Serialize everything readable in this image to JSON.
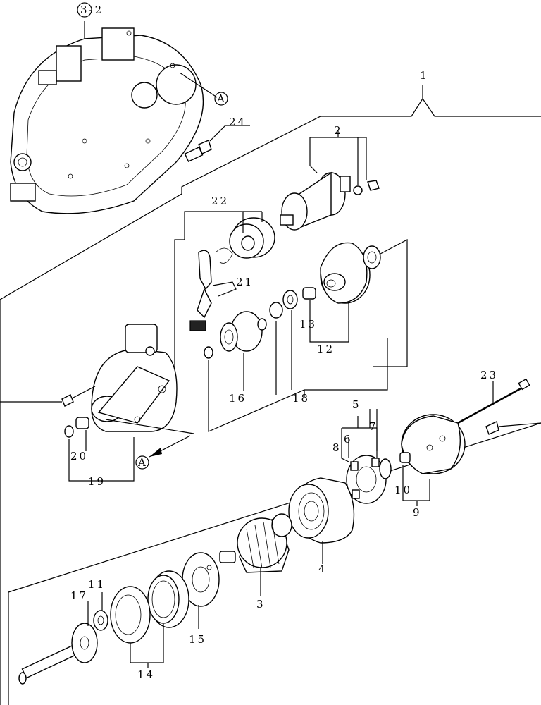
{
  "callouts": {
    "ref_page": "3-2",
    "ref_a_top": "A",
    "ref_a_bottom": "A"
  },
  "labels": {
    "p1": "1",
    "p2": "2",
    "p3": "3",
    "p4": "4",
    "p5": "5",
    "p6": "6",
    "p7": "7",
    "p8": "8",
    "p9": "9",
    "p10": "10",
    "p11": "11",
    "p12": "12",
    "p13": "13",
    "p14": "14",
    "p15": "15",
    "p16": "16",
    "p17": "17",
    "p18": "18",
    "p19": "19",
    "p20": "20",
    "p21": "21",
    "p22": "22",
    "p23": "23",
    "p24": "24"
  }
}
